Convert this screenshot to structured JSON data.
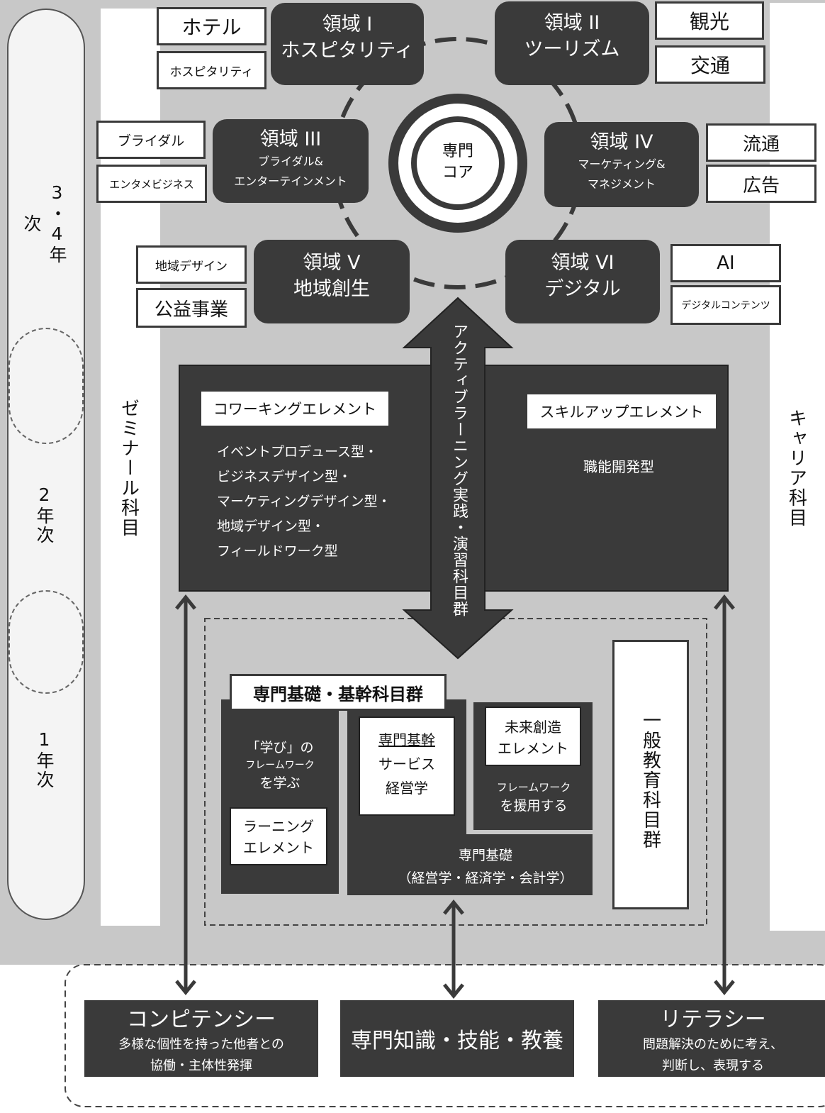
{
  "domains": [
    {
      "id": "I",
      "title": "領域 I",
      "name": "ホスピタリティ",
      "tags": [
        "ホテル",
        "ホスピタリティ"
      ]
    },
    {
      "id": "II",
      "title": "領域 II",
      "name": "ツーリズム",
      "tags": [
        "観光",
        "交通"
      ]
    },
    {
      "id": "III",
      "title": "領域 III",
      "name_lines": [
        "ブライダル&",
        "エンターテインメント"
      ],
      "tags": [
        "ブライダル",
        "エンタメビジネス"
      ]
    },
    {
      "id": "IV",
      "title": "領域 IV",
      "name_lines": [
        "マーケティング&",
        "マネジメント"
      ],
      "tags": [
        "流通",
        "広告"
      ]
    },
    {
      "id": "V",
      "title": "領域 V",
      "name": "地域創生",
      "tags": [
        "地域デザイン",
        "公益事業"
      ]
    },
    {
      "id": "VI",
      "title": "領域 VI",
      "name": "デジタル",
      "tags": [
        "AI",
        "デジタルコンテンツ"
      ]
    }
  ],
  "core": {
    "line1": "専門",
    "line2": "コア"
  },
  "years": [
    "3・4年次",
    "2年次",
    "1年次"
  ],
  "side": {
    "seminar": "ゼミナール科目",
    "career": "キャリア科目"
  },
  "arrow_label": "アクティブラーニング実践・演習科目群",
  "coworking": {
    "title": "コワーキングエレメント",
    "lines": [
      "イベントプロデュース型・",
      "ビジネスデザイン型・",
      "マーケティングデザイン型・",
      "地域デザイン型・",
      "フィールドワーク型"
    ]
  },
  "skillup": {
    "title": "スキルアップエレメント",
    "text": "職能開発型"
  },
  "foundation": {
    "title": "専門基礎・基幹科目群",
    "learn_lines": [
      "「学び」の",
      "フレームワーク",
      "を学ぶ"
    ],
    "learning_element": [
      "ラーニング",
      "エレメント"
    ],
    "core_title": "専門基幹",
    "core_lines": [
      "サービス",
      "経営学"
    ],
    "future_element": [
      "未来創造",
      "エレメント"
    ],
    "future_lines": [
      "フレームワーク",
      "を援用する"
    ],
    "basic_lines": [
      "専門基礎",
      "（経営学・経済学・会計学）"
    ]
  },
  "general": "一般教育科目群",
  "outcomes": [
    {
      "title": "コンピテンシー",
      "lines": [
        "多様な個性を持った他者との",
        "協働・主体性発揮"
      ]
    },
    {
      "title": "専門知識・技能・教養",
      "lines": []
    },
    {
      "title": "リテラシー",
      "lines": [
        "問題解決のために考え、",
        "判断し、表現する"
      ]
    }
  ],
  "colors": {
    "dark": "#3a3a3a",
    "gray": "#c8c8c8"
  }
}
